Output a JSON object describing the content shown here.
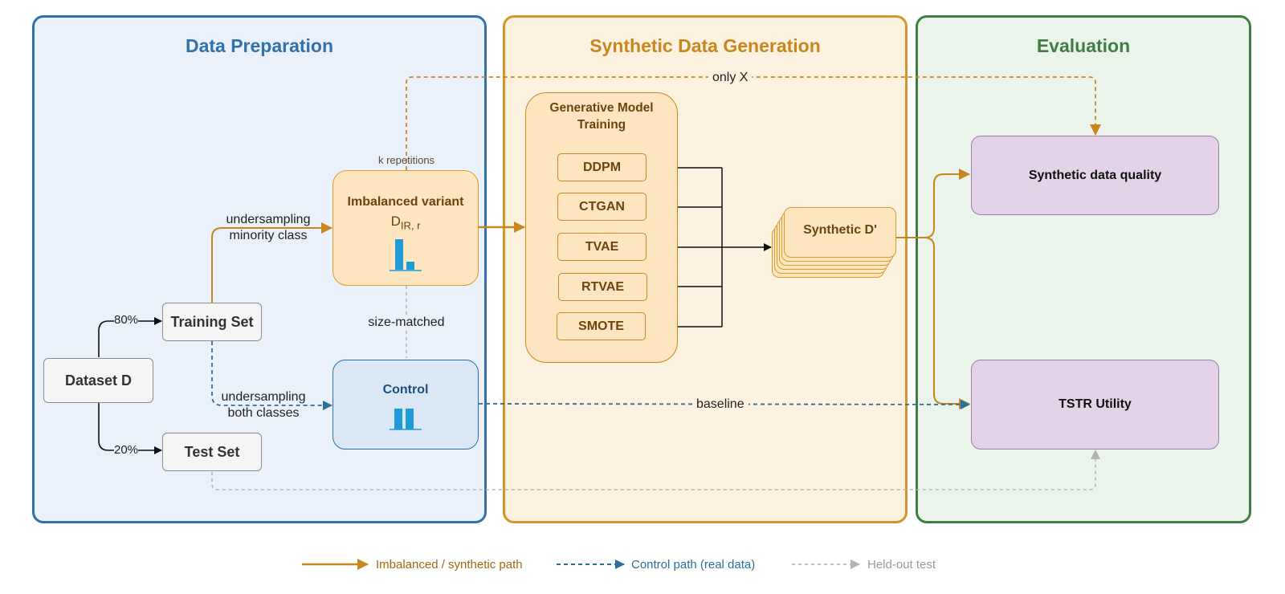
{
  "panels": {
    "data_preparation": "Data Preparation",
    "synthetic_generation": "Synthetic Data Generation",
    "evaluation": "Evaluation"
  },
  "nodes": {
    "dataset": "Dataset D",
    "training_set": "Training Set",
    "test_set": "Test Set",
    "imbalanced_variant": "Imbalanced variant",
    "imbalanced_symbol": "D",
    "imbalanced_subscript": "IR, r",
    "control": "Control",
    "generative_training": "Generative Model Training",
    "models": [
      "DDPM",
      "CTGAN",
      "TVAE",
      "RTVAE",
      "SMOTE"
    ],
    "synthetic_d": "Synthetic D'",
    "synthetic_quality": "Synthetic data quality",
    "tstr": "TSTR Utility"
  },
  "edge_labels": {
    "split_train": "80%",
    "split_test": "20%",
    "undersampling_minority": "undersampling\nminority class",
    "undersampling_both": "undersampling\nboth classes",
    "k_repetitions": "k repetitions",
    "size_matched": "size-matched",
    "only_x": "only X",
    "baseline": "baseline"
  },
  "legend": {
    "imbalanced_path": "Imbalanced / synthetic path",
    "control_path": "Control path (real data)",
    "held_out": "Held-out test"
  },
  "colors": {
    "orange_path": "#c8861e",
    "control_path": "#2d6f9c",
    "held_out_path": "#b3b3b3",
    "black_path": "#111111",
    "prep_panel_border": "#3171a8",
    "prep_panel_fill": "#eaf1fa",
    "gen_panel_border": "#d5952e",
    "gen_panel_fill": "#fdf1e0",
    "eval_panel_border": "#3f7d45",
    "eval_panel_fill": "#ebf4ea",
    "bar_blue": "#1f9bd8"
  },
  "icons": {
    "imbalanced_bars": "bar-chart-imbalanced-icon",
    "control_bars": "bar-chart-balanced-icon"
  }
}
